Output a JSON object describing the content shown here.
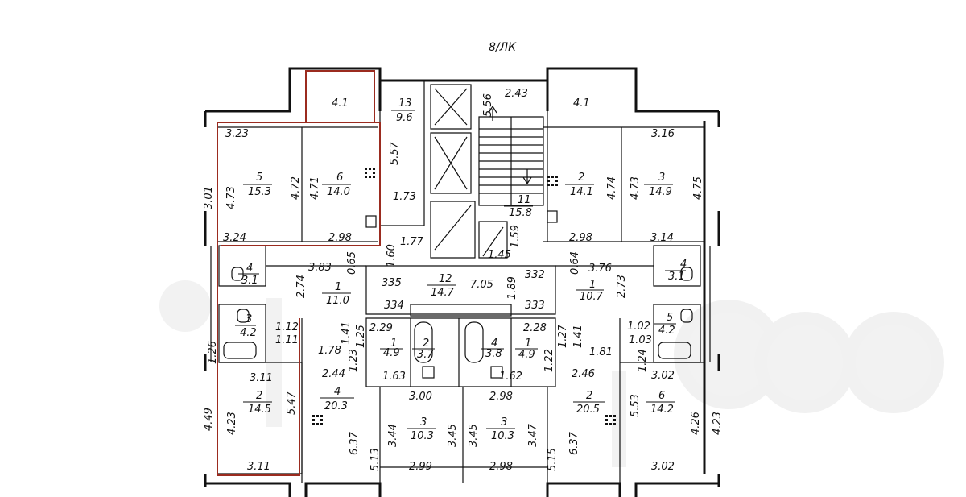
{
  "plan": {
    "section_label": "8/ЛК",
    "rooms": [
      {
        "id": "r1",
        "num": "5",
        "area": "15.3"
      },
      {
        "id": "r2",
        "num": "6",
        "area": "14.0"
      },
      {
        "id": "r3",
        "num": "13",
        "area": "9.6"
      },
      {
        "id": "r4",
        "num": "11",
        "area": "15.8"
      },
      {
        "id": "r5",
        "num": "2",
        "area": "14.1"
      },
      {
        "id": "r6",
        "num": "3",
        "area": "14.9"
      },
      {
        "id": "r7",
        "num": "4",
        "area": "3.1"
      },
      {
        "id": "r8",
        "num": "1",
        "area": "11.0"
      },
      {
        "id": "r9",
        "num": "12",
        "area": "14.7"
      },
      {
        "id": "r10",
        "num": "1",
        "area": "10.7"
      },
      {
        "id": "r11",
        "num": "4",
        "area": "3.1"
      },
      {
        "id": "r12",
        "num": "3",
        "area": "4.2"
      },
      {
        "id": "r13",
        "num": "1",
        "area": "4.9"
      },
      {
        "id": "r14",
        "num": "2",
        "area": "3.7"
      },
      {
        "id": "r15",
        "num": "4",
        "area": "3.8"
      },
      {
        "id": "r16",
        "num": "1",
        "area": "4.9"
      },
      {
        "id": "r17",
        "num": "5",
        "area": "4.2"
      },
      {
        "id": "r18",
        "num": "2",
        "area": "14.5"
      },
      {
        "id": "r19",
        "num": "4",
        "area": "20.3"
      },
      {
        "id": "r20",
        "num": "3",
        "area": "10.3"
      },
      {
        "id": "r21",
        "num": "3",
        "area": "10.3"
      },
      {
        "id": "r22",
        "num": "2",
        "area": "20.5"
      },
      {
        "id": "r23",
        "num": "6",
        "area": "14.2"
      }
    ],
    "balconies": [
      {
        "id": "b1",
        "area": "4.1"
      },
      {
        "id": "b2",
        "area": "4.1"
      }
    ],
    "dimensions": [
      "3.23",
      "4.73",
      "4.72",
      "4.71",
      "5.57",
      "5.56",
      "2.43",
      "1.73",
      "3.16",
      "4.74",
      "4.73",
      "4.75",
      "3.24",
      "2.98",
      "1.77",
      "1.60",
      "0.65",
      "3.83",
      "2.74",
      "1.59",
      "1.45",
      "2.98",
      "3.14",
      "0.64",
      "3.76",
      "2.73",
      "335",
      "7.05",
      "1.89",
      "332",
      "334",
      "333",
      "1.12",
      "1.11",
      "1.41",
      "1.25",
      "2.29",
      "2.28",
      "1.27",
      "1.41",
      "1.02",
      "1.03",
      "1.26",
      "1.78",
      "1.23",
      "1.63",
      "1.62",
      "1.22",
      "1.81",
      "1.24",
      "3.11",
      "2.44",
      "3.00",
      "2.98",
      "2.46",
      "3.02",
      "4.49",
      "4.23",
      "5.47",
      "6.37",
      "3.44",
      "3.45",
      "3.45",
      "3.47",
      "6.37",
      "5.53",
      "4.26",
      "4.23",
      "5.13",
      "5.15",
      "3.11",
      "2.99",
      "2.98",
      "3.02",
      "3.01"
    ]
  }
}
